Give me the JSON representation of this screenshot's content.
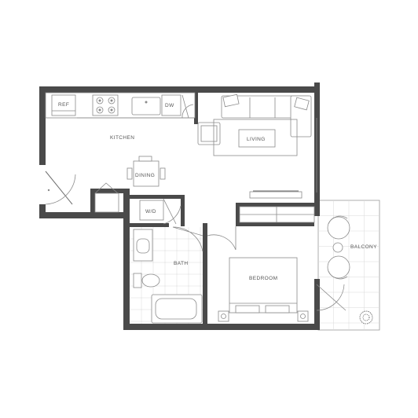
{
  "rooms": {
    "kitchen": "KITCHEN",
    "dining": "DINING",
    "living": "LIVING",
    "bath": "BATH",
    "bedroom": "BEDROOM",
    "balcony": "BALCONY"
  },
  "appliances": {
    "ref": "REF",
    "dw": "DW",
    "wd": "W/D"
  },
  "colors": {
    "wall": "#4a4a4a",
    "line": "#8a8a8a",
    "background": "#ffffff"
  }
}
